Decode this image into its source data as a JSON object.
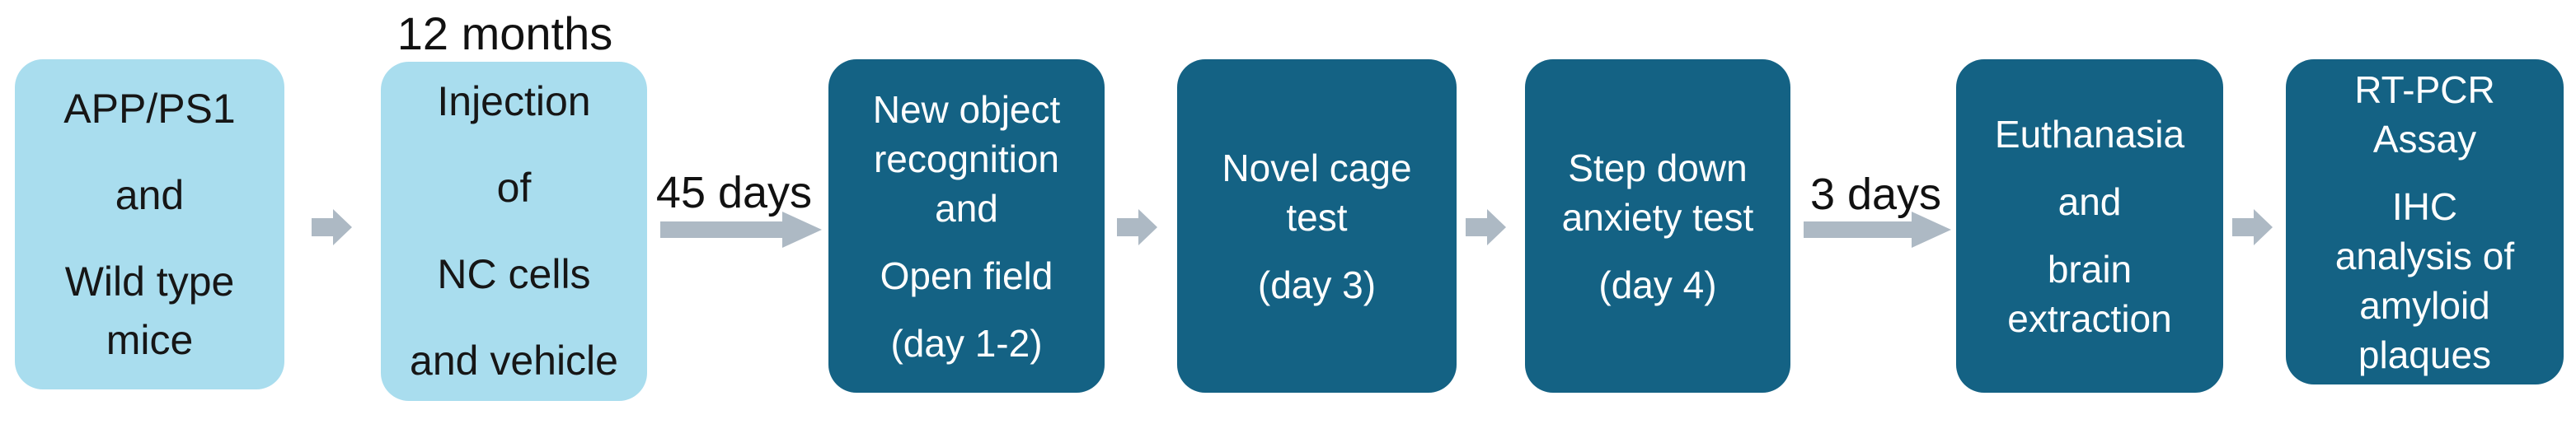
{
  "figure": {
    "description": "Experimental timeline flowchart",
    "background": "#ffffff",
    "colors": {
      "light_box": "#a9ddee",
      "dark_box": "#146284",
      "arrow": "#adb9c4",
      "light_text": "#161616",
      "dark_text": "#ffffff",
      "label_text": "#111111"
    },
    "nodes": [
      {
        "id": "mice-groups",
        "style": "light",
        "paragraphs": [
          [
            "APP/PS1"
          ],
          [
            "and"
          ],
          [
            "Wild type",
            "mice"
          ]
        ]
      },
      {
        "id": "injection",
        "style": "light",
        "label_above": "12 months",
        "paragraphs": [
          [
            "Injection"
          ],
          [
            "of"
          ],
          [
            "NC cells"
          ],
          [
            "and vehicle"
          ]
        ]
      },
      {
        "id": "nor-open-field",
        "style": "dark",
        "paragraphs": [
          [
            "New object",
            "recognition",
            "and"
          ],
          [
            "Open field"
          ],
          [
            "(day 1-2)"
          ]
        ]
      },
      {
        "id": "novel-cage-test",
        "style": "dark",
        "paragraphs": [
          [
            "Novel cage",
            "test"
          ],
          [
            "(day 3)"
          ]
        ]
      },
      {
        "id": "step-down-anxiety",
        "style": "dark",
        "paragraphs": [
          [
            "Step down",
            "anxiety test"
          ],
          [
            "(day 4)"
          ]
        ]
      },
      {
        "id": "euthanasia",
        "style": "dark",
        "paragraphs": [
          [
            "Euthanasia"
          ],
          [
            "and"
          ],
          [
            "brain",
            "extraction"
          ]
        ]
      },
      {
        "id": "molecular-analysis",
        "style": "dark",
        "paragraphs": [
          [
            "RT-PCR",
            "Assay"
          ],
          [
            "IHC",
            "analysis of",
            "amyloid",
            "plaques"
          ]
        ]
      }
    ],
    "connectors": [
      {
        "from": "mice-groups",
        "to": "injection",
        "type": "small",
        "label": ""
      },
      {
        "from": "injection",
        "to": "nor-open-field",
        "type": "long",
        "label": "45 days"
      },
      {
        "from": "nor-open-field",
        "to": "novel-cage-test",
        "type": "small",
        "label": ""
      },
      {
        "from": "novel-cage-test",
        "to": "step-down-anxiety",
        "type": "small",
        "label": ""
      },
      {
        "from": "step-down-anxiety",
        "to": "euthanasia",
        "type": "long",
        "label": "3 days"
      },
      {
        "from": "euthanasia",
        "to": "molecular-analysis",
        "type": "small",
        "label": ""
      }
    ]
  }
}
